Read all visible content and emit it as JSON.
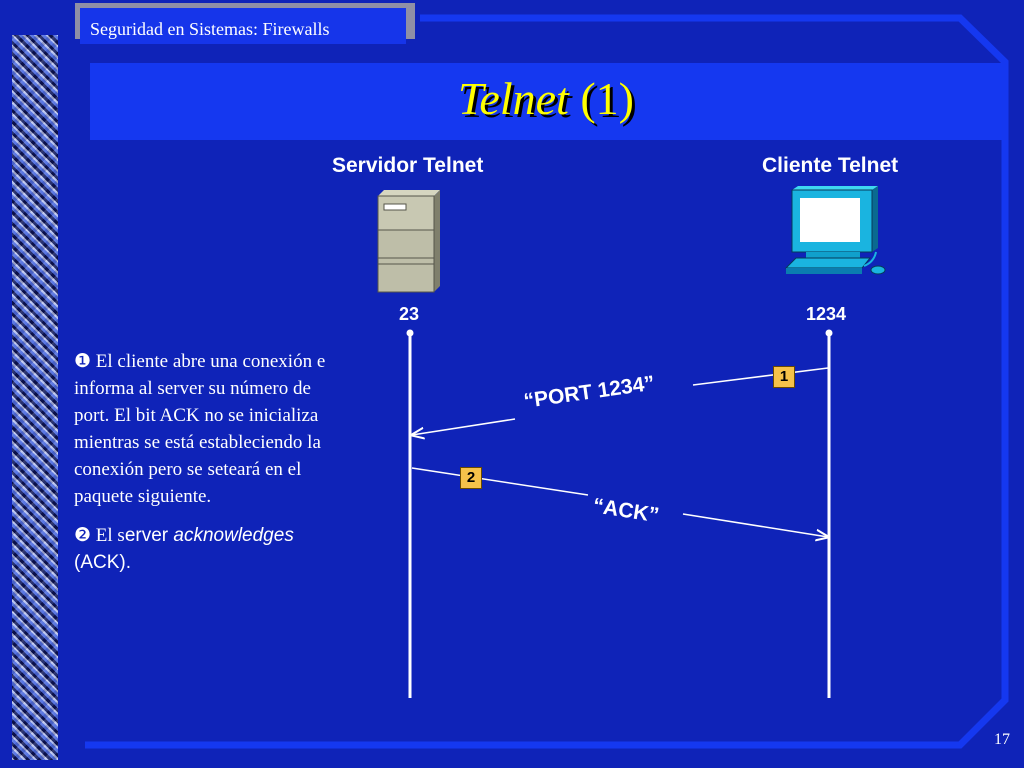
{
  "header": {
    "label": "Seguridad en Sistemas: Firewalls"
  },
  "title": {
    "main": "Telnet",
    "suffix": " (1)"
  },
  "server": {
    "label": "Servidor Telnet",
    "port": "23"
  },
  "client": {
    "label": "Cliente Telnet",
    "port": "1234"
  },
  "messages": {
    "m1": {
      "badge": "1",
      "text": "“PORT 1234”"
    },
    "m2": {
      "badge": "2",
      "text": "“ACK”"
    }
  },
  "notes": {
    "n1": {
      "number": "❶",
      "text": "El cliente abre una conexión e informa al server su número de port. El bit ACK no se inicializa mientras se está estableciendo la conexión pero se seteará en el paquete siguiente."
    },
    "n2": {
      "number": "❷",
      "text_prefix": "El s",
      "text_mid": "erver ",
      "text_italic": "acknowledges",
      "text_suffix": "(ACK)."
    }
  },
  "page_number": "17",
  "colors": {
    "background": "#0f23b8",
    "title": "#ffff00",
    "badge": "#f6c24a",
    "accent": "#1538f0"
  }
}
